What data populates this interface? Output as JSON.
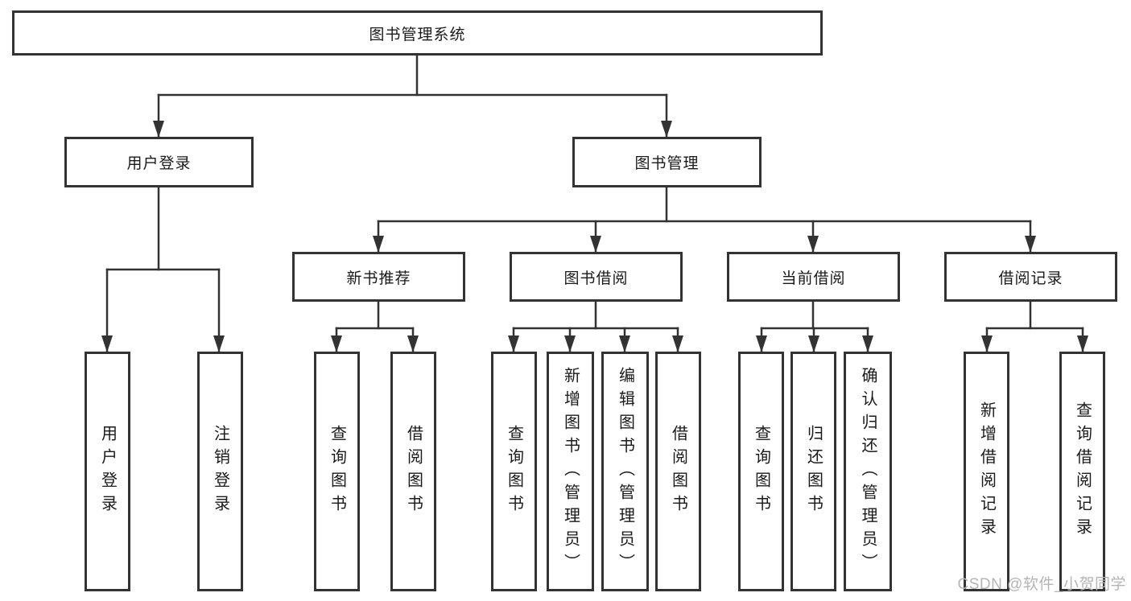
{
  "tree": {
    "root": {
      "label": "图书管理系统"
    },
    "user_login": {
      "label": "用户登录",
      "children": [
        {
          "label": "用户登录"
        },
        {
          "label": "注销登录"
        }
      ]
    },
    "book_management": {
      "label": "图书管理",
      "new_book_recommend": {
        "label": "新书推荐",
        "children": [
          {
            "label": "查询图书"
          },
          {
            "label": "借阅图书"
          }
        ]
      },
      "book_borrowing": {
        "label": "图书借阅",
        "children": [
          {
            "label": "查询图书"
          },
          {
            "label": "新增图书（管理员）"
          },
          {
            "label": "编辑图书（管理员）"
          },
          {
            "label": "借阅图书"
          }
        ]
      },
      "current_borrowing": {
        "label": "当前借阅",
        "children": [
          {
            "label": "查询图书"
          },
          {
            "label": "归还图书"
          },
          {
            "label": "确认归还（管理员）"
          }
        ]
      },
      "borrowing_records": {
        "label": "借阅记录",
        "children": [
          {
            "label": "新增借阅记录"
          },
          {
            "label": "查询借阅记录"
          }
        ]
      }
    }
  },
  "watermark": {
    "text": "CSDN @软件_小贺同学"
  },
  "colors": {
    "background": "#ffffff",
    "line": "#333333",
    "box_border": "#333333",
    "text": "#1a1a1a",
    "watermark": "#b5b5b5"
  }
}
